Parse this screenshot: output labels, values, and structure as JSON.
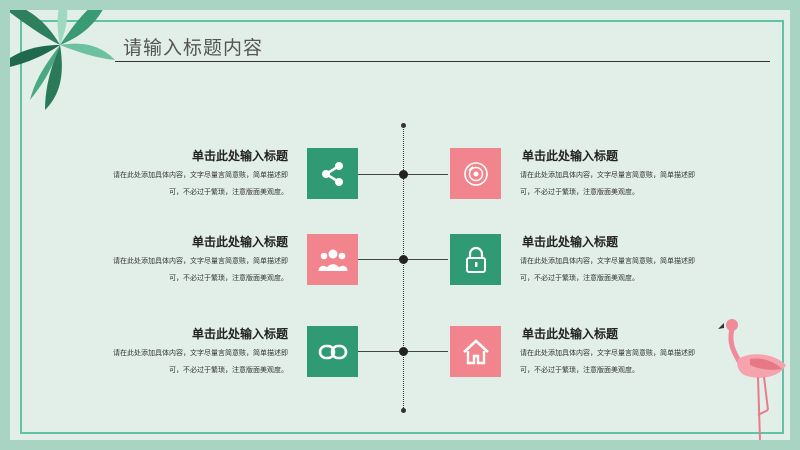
{
  "slide_title": "请输入标题内容",
  "items": [
    {
      "title": "单击此处输入标题",
      "body_line1": "请在此处添加具体内容，文字尽量言简意赅，简单描述即",
      "body_line2": "可，不必过于繁琐，注意版面美观度。",
      "icon": "share-icon",
      "color": "#2f9a73"
    },
    {
      "title": "单击此处输入标题",
      "body_line1": "请在此处添加具体内容，文字尽量言简意赅，简单描述即",
      "body_line2": "可，不必过于繁琐，注意版面美观度。",
      "icon": "cd-disc-icon",
      "color": "#f2848d"
    },
    {
      "title": "单击此处输入标题",
      "body_line1": "请在此处添加具体内容，文字尽量言简意赅，简单描述即",
      "body_line2": "可，不必过于繁琐，注意版面美观度。",
      "icon": "group-users-icon",
      "color": "#f2848d"
    },
    {
      "title": "单击此处输入标题",
      "body_line1": "请在此处添加具体内容，文字尽量言简意赅，简单描述即",
      "body_line2": "可，不必过于繁琐，注意版面美观度。",
      "icon": "lock-icon",
      "color": "#2f9a73"
    },
    {
      "title": "单击此处输入标题",
      "body_line1": "请在此处添加具体内容，文字尽量言简意赅，简单描述即",
      "body_line2": "可，不必过于繁琐，注意版面美观度。",
      "icon": "link-icon",
      "color": "#2f9a73"
    },
    {
      "title": "单击此处输入标题",
      "body_line1": "请在此处添加具体内容，文字尽量言简意赅，简单描述即",
      "body_line2": "可，不必过于繁琐，注意版面美观度。",
      "icon": "home-icon",
      "color": "#f2848d"
    }
  ]
}
